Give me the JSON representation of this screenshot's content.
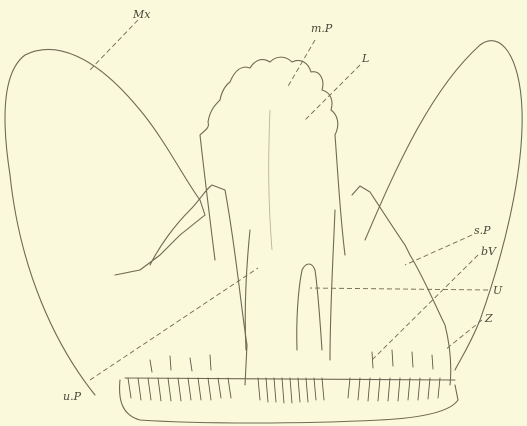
{
  "labels": {
    "mx": "Mx",
    "mp": "m.P",
    "l": "L",
    "up": "u.P",
    "sp": "s.P",
    "bv": "bV",
    "u": "U",
    "z": "Z"
  },
  "colors": {
    "background": "#fbf9dc",
    "line": "#6e6a55"
  }
}
